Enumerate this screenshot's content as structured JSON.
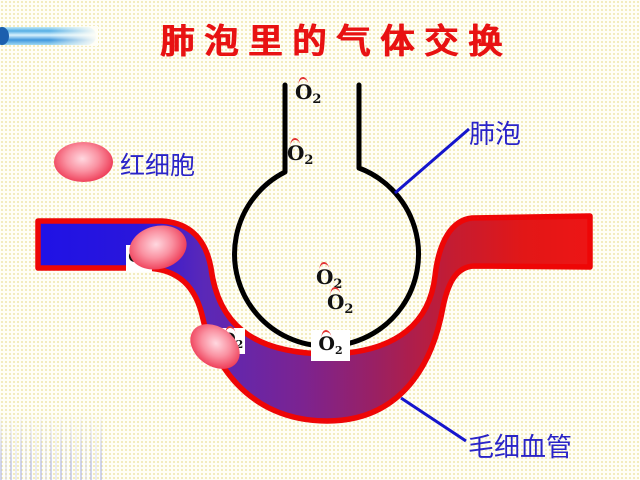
{
  "title": "肺泡里的气体交换",
  "legend": {
    "label": "红细胞"
  },
  "callouts": {
    "alveolus": "肺泡",
    "capillary": "毛细血管"
  },
  "o2": {
    "symbol": "O",
    "subscript": "2"
  },
  "colors": {
    "title_red": "#e81212",
    "label_blue": "#2a24c8",
    "vessel_outline_red": "#ee0606",
    "deoxygenated_blood_blue": "#1f12e6",
    "oxygenated_blood_red": "#ed1515",
    "alveolus_outline_black": "#000000",
    "red_blood_cell_pink": "#f87080",
    "background_cream": "#fffef7"
  }
}
